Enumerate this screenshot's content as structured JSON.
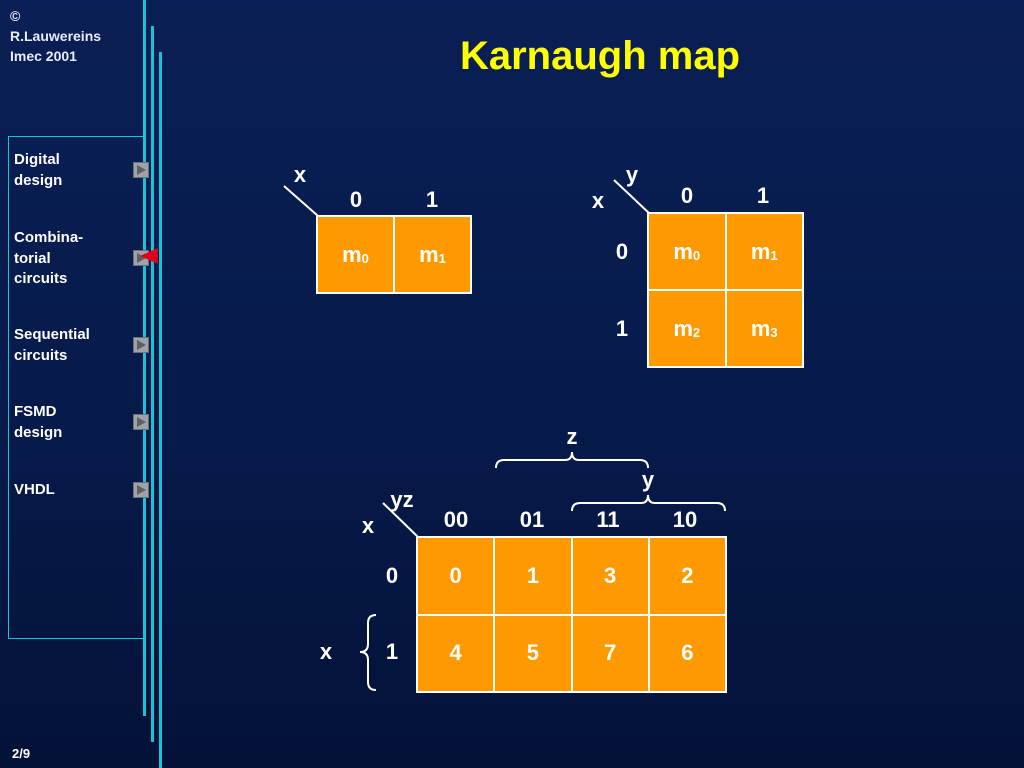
{
  "slide": {
    "copyright": "©\nR.Lauwereins\nImec 2001",
    "title": "Karnaugh map",
    "page": "2/9"
  },
  "sidebar": {
    "items": [
      {
        "label": "Digital\ndesign",
        "icon": "play-arrow-icon"
      },
      {
        "label": "Combina-\ntorial\ncircuits",
        "icon": "play-arrow-icon",
        "active": true
      },
      {
        "label": "Sequential\ncircuits",
        "icon": "play-arrow-icon"
      },
      {
        "label": "FSMD\ndesign",
        "icon": "play-arrow-icon"
      },
      {
        "label": "VHDL",
        "icon": "play-arrow-icon"
      }
    ]
  },
  "colors": {
    "background": "#061a4a",
    "title": "#ffff00",
    "cell_fill": "#ff9900",
    "accent_line": "#16c4d6",
    "active_marker": "#e0001b"
  },
  "kmap1": {
    "var": "x",
    "cols": [
      "0",
      "1"
    ],
    "cells": [
      {
        "m": "m",
        "sub": "0"
      },
      {
        "m": "m",
        "sub": "1"
      }
    ]
  },
  "kmap2": {
    "col_var": "y",
    "row_var": "x",
    "cols": [
      "0",
      "1"
    ],
    "rows": [
      "0",
      "1"
    ],
    "cells": [
      {
        "m": "m",
        "sub": "0"
      },
      {
        "m": "m",
        "sub": "1"
      },
      {
        "m": "m",
        "sub": "2"
      },
      {
        "m": "m",
        "sub": "3"
      }
    ]
  },
  "kmap3": {
    "col_var": "yz",
    "row_var": "x",
    "cols": [
      "00",
      "01",
      "11",
      "10"
    ],
    "rows": [
      "0",
      "1"
    ],
    "cells": [
      "0",
      "1",
      "3",
      "2",
      "4",
      "5",
      "7",
      "6"
    ],
    "brace_z": "z",
    "brace_y": "y",
    "brace_x": "x"
  }
}
